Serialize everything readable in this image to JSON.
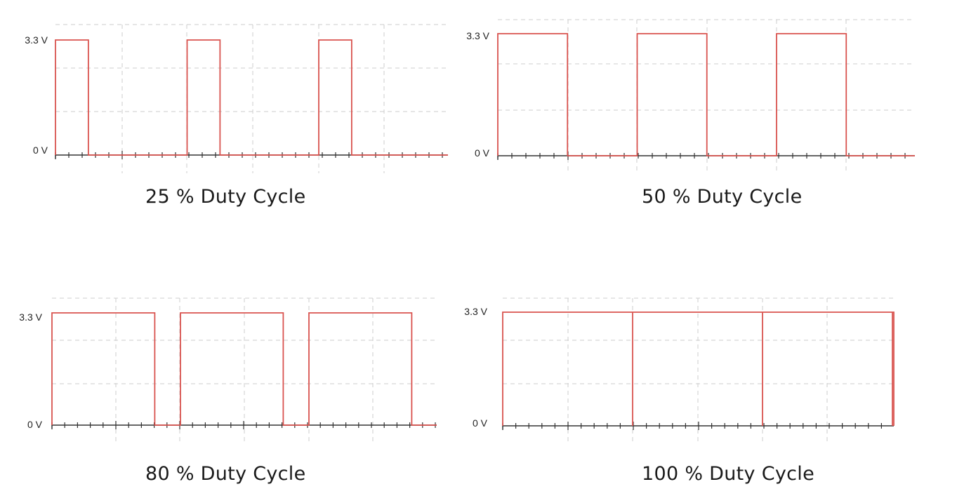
{
  "colors": {
    "signal": "#d9534f",
    "axis": "#333333",
    "grid": "#cccccc"
  },
  "chart_data": [
    {
      "type": "line",
      "title": "25 % Duty Cycle",
      "y_tick_labels": [
        "3.3 V",
        "0 V"
      ],
      "ylim": [
        0,
        3.3
      ],
      "duty_cycle_percent": 25,
      "period_count_visible": 3,
      "grid": true
    },
    {
      "type": "line",
      "title": "50 % Duty Cycle",
      "y_tick_labels": [
        "3.3 V",
        "0 V"
      ],
      "ylim": [
        0,
        3.3
      ],
      "duty_cycle_percent": 50,
      "period_count_visible": 3,
      "grid": true
    },
    {
      "type": "line",
      "title": "80 % Duty Cycle",
      "y_tick_labels": [
        "3.3 V",
        "0 V"
      ],
      "ylim": [
        0,
        3.3
      ],
      "duty_cycle_percent": 80,
      "period_count_visible": 3,
      "grid": true
    },
    {
      "type": "line",
      "title": "100 % Duty Cycle",
      "y_tick_labels": [
        "3.3 V",
        "0 V"
      ],
      "ylim": [
        0,
        3.3
      ],
      "duty_cycle_percent": 100,
      "period_count_visible": 3,
      "grid": true
    }
  ]
}
